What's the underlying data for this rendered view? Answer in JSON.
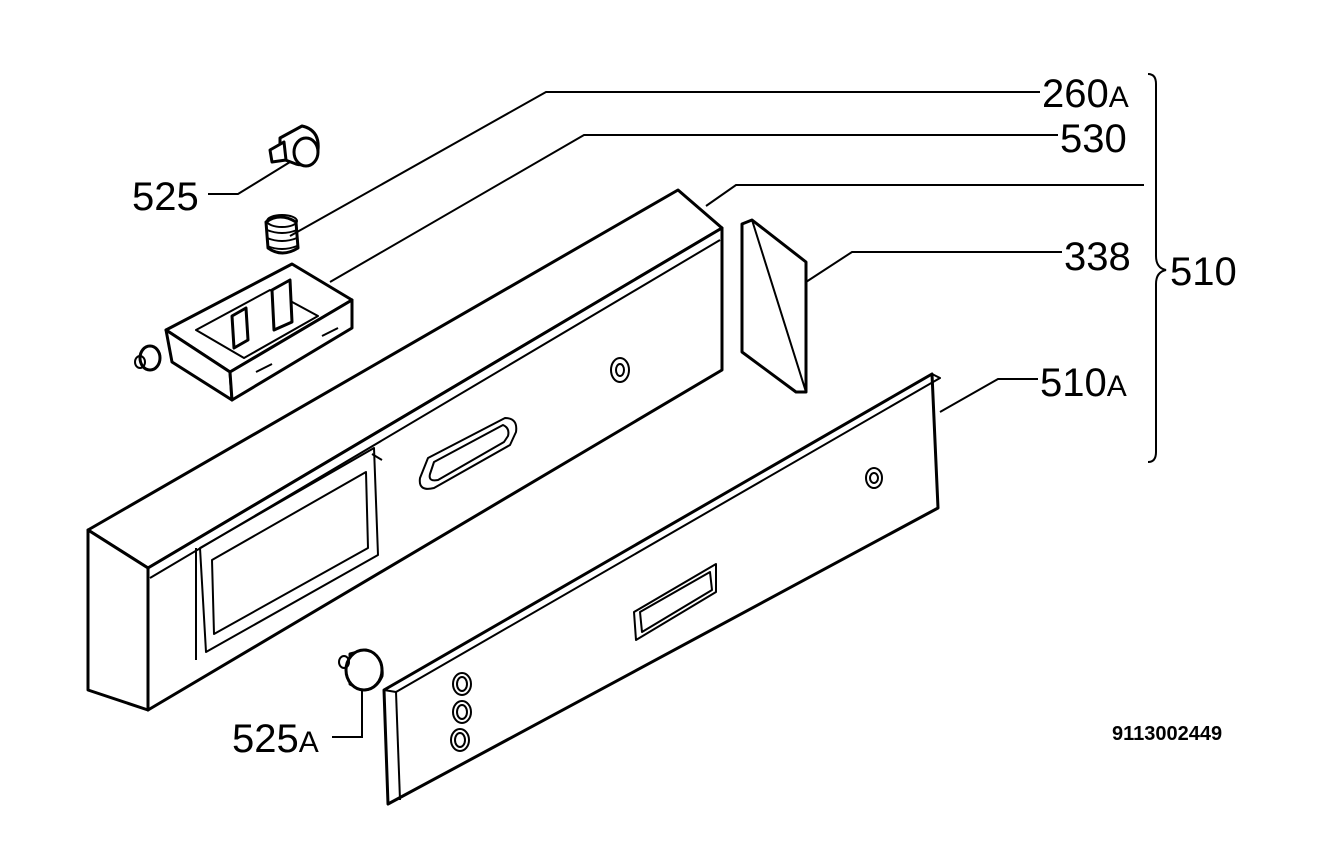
{
  "labels": {
    "p260": {
      "num": "260",
      "suffix": "A"
    },
    "p530": {
      "num": "530"
    },
    "p525": {
      "num": "525"
    },
    "p338": {
      "num": "338"
    },
    "p510": {
      "num": "510"
    },
    "p510a": {
      "num": "510",
      "suffix": "A"
    },
    "p525a": {
      "num": "525",
      "suffix": "A"
    }
  },
  "drawing_code": "9113002449"
}
